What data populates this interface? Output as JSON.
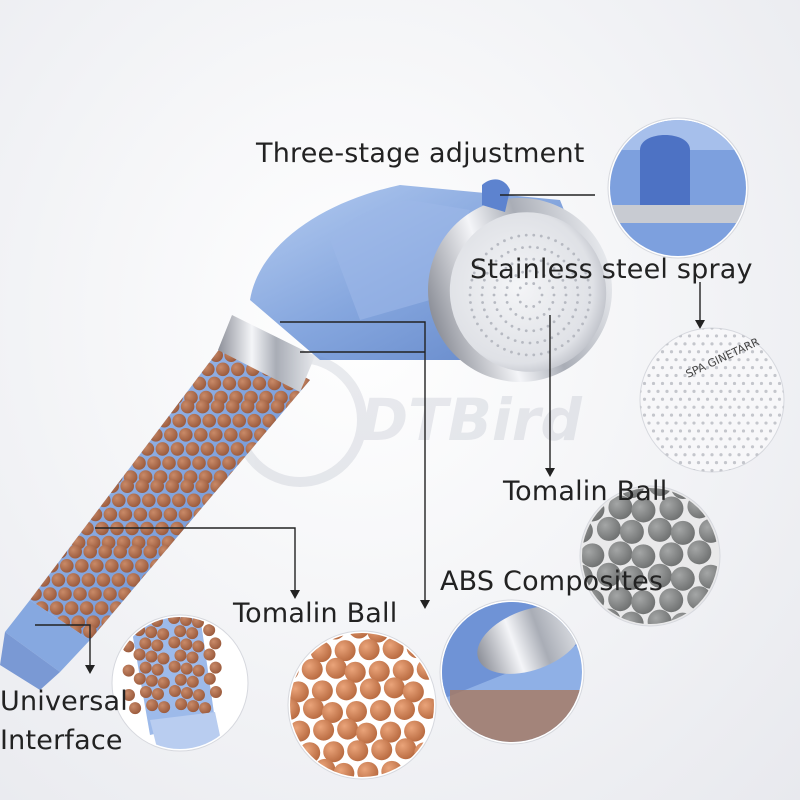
{
  "labels": {
    "three_stage": "Three-stage adjustment",
    "stainless": "Stainless steel spray",
    "tomalin_right": "Tomalin Ball",
    "abs": "ABS Composites",
    "tomalin_left": "Tomalin Ball",
    "universal_line1": "Universal",
    "universal_line2": "Interface"
  },
  "watermark": "DTBird",
  "nozzle_plate_text": "SPA GINETARR",
  "colors": {
    "body_blue": "#7ea3df",
    "chrome": "#c9ccd3",
    "tourmaline": "#b8724e",
    "gray_ball": "#8a8c8c",
    "orange_ball": "#d08356"
  },
  "icons": [
    "arrow-down-icon"
  ]
}
